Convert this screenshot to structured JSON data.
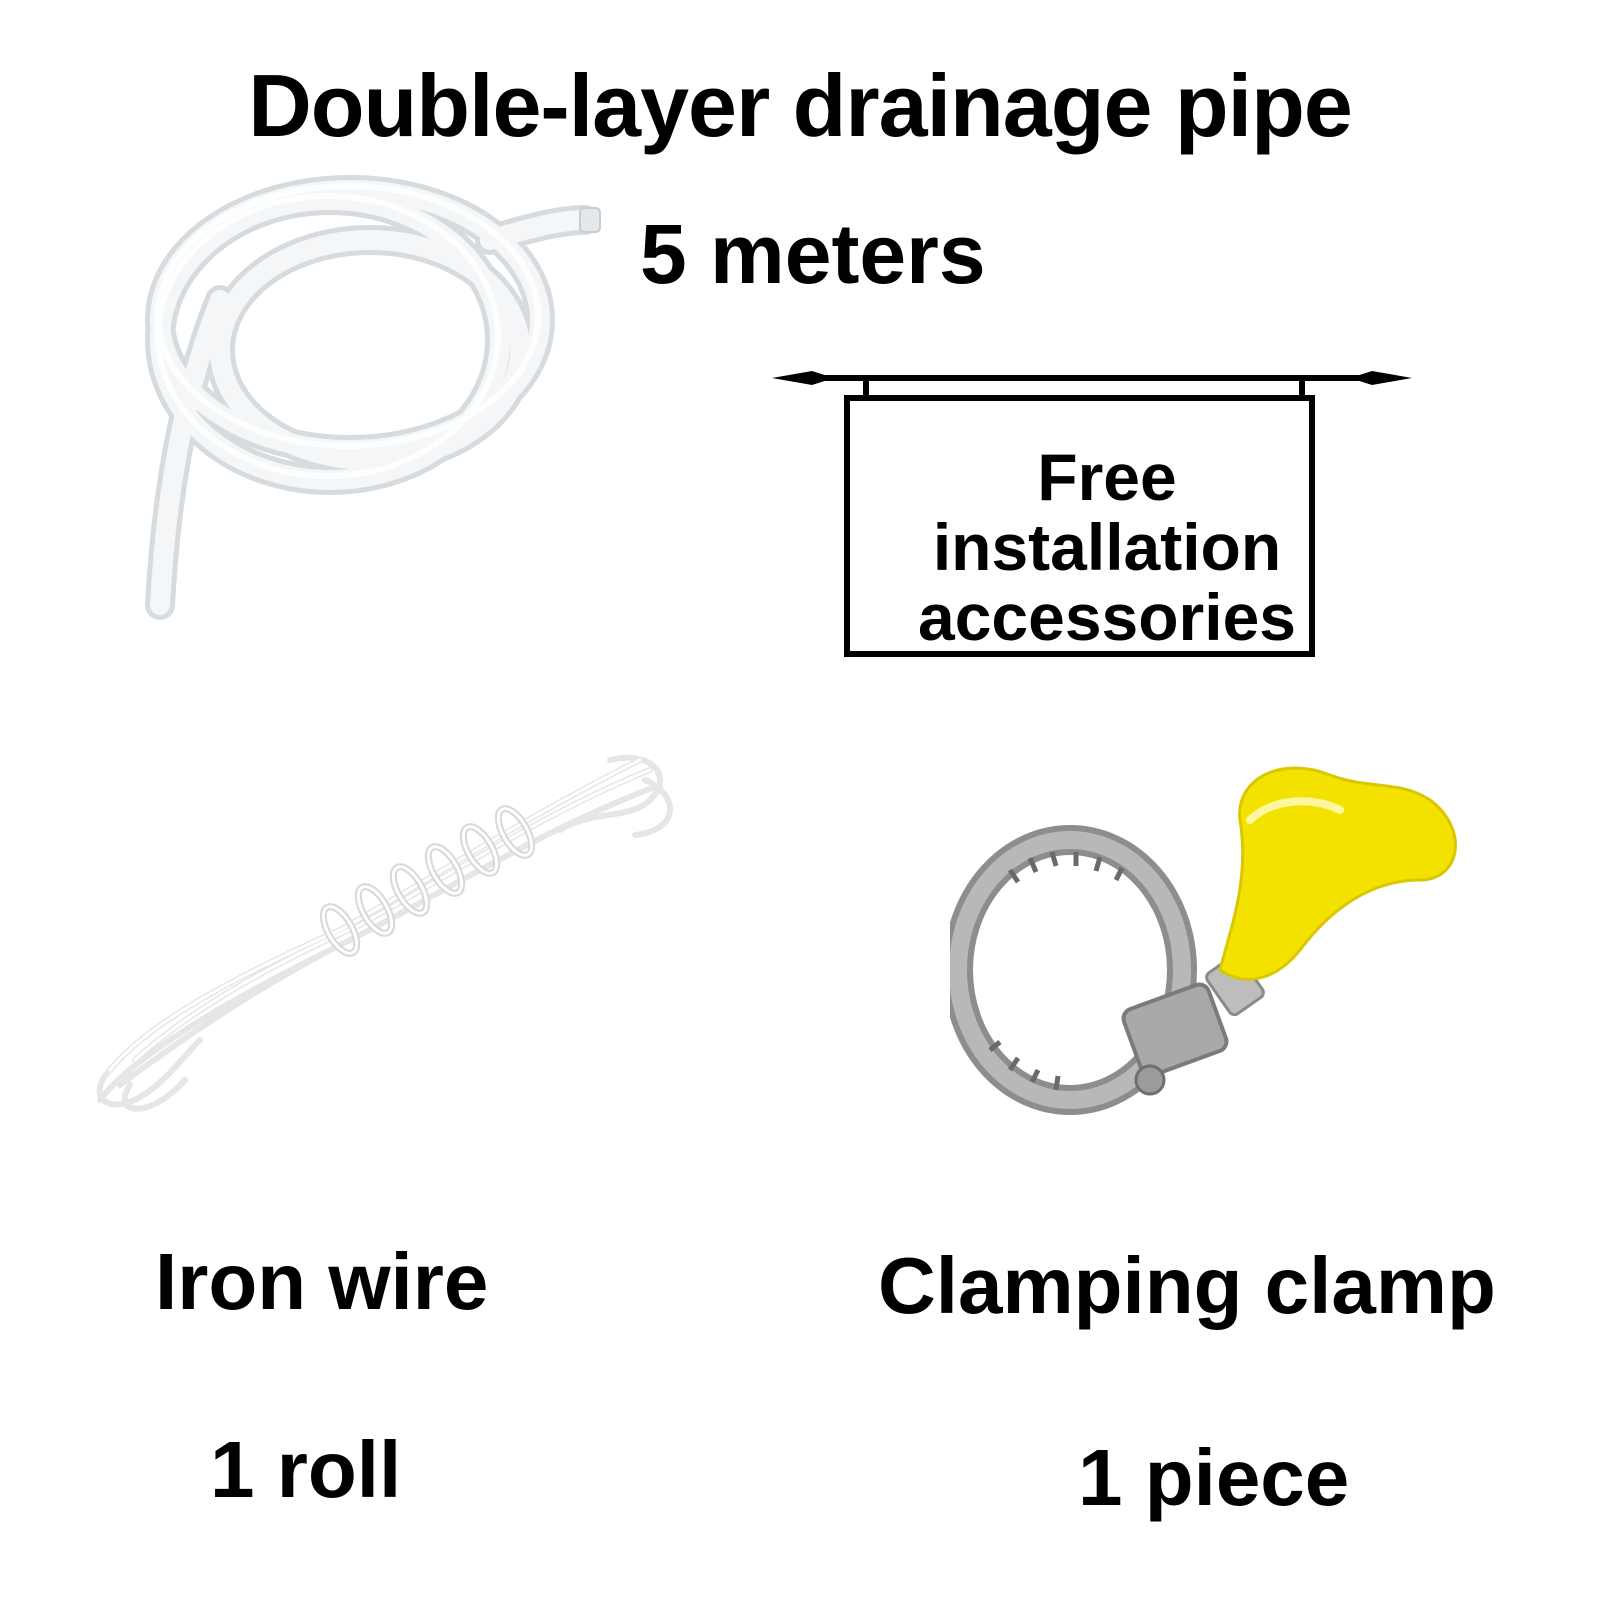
{
  "title": "Double-layer drainage pipe",
  "pipe": {
    "quantity": "5 meters",
    "icon": "coiled-white-hose-icon"
  },
  "sign": {
    "lines": [
      "Free",
      "installation",
      "accessories"
    ],
    "icon": "hanging-sign-icon"
  },
  "iron_wire": {
    "name": "Iron wire",
    "quantity": "1 roll",
    "icon": "coiled-wire-icon"
  },
  "clamp": {
    "name": "Clamping clamp",
    "quantity": "1 piece",
    "icon": "hose-clamp-icon"
  },
  "colors": {
    "background": "#ffffff",
    "text": "#000000",
    "pipe": "#eef1f3",
    "clamp_handle": "#f5e400",
    "clamp_band": "#9a9a9a"
  }
}
